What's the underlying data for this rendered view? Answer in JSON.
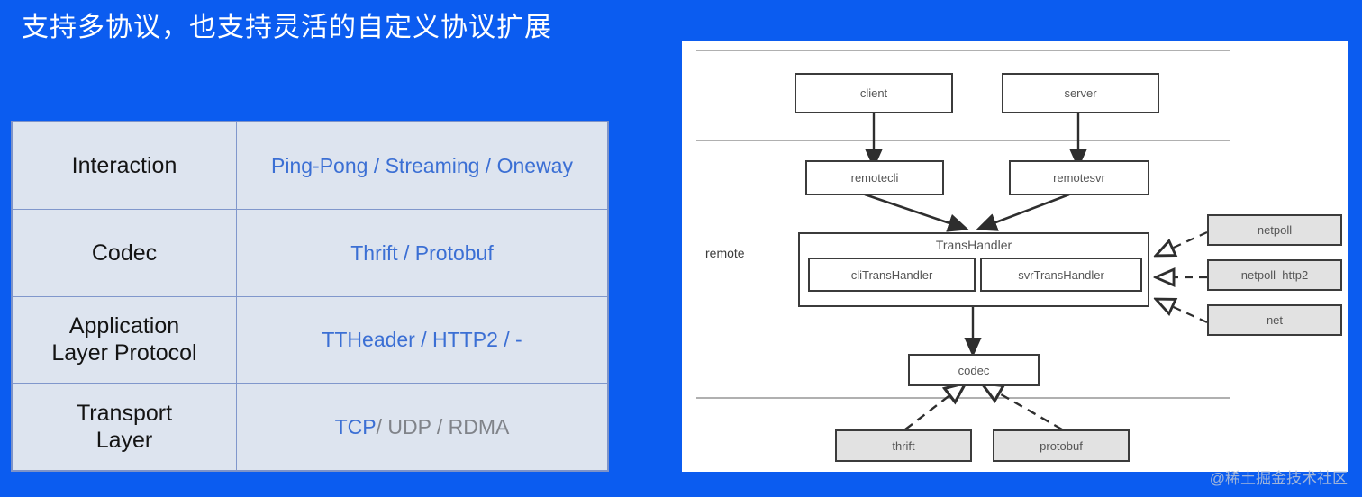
{
  "slide": {
    "title": "支持多协议，也支持灵活的自定义协议扩展",
    "background_color": "#0b5cf0",
    "watermark": "@稀土掘金技术社区"
  },
  "protocol_table": {
    "accent_color": "#3b6fd4",
    "muted_color": "#808389",
    "rows": [
      {
        "label": "Interaction",
        "value_active": "Ping-Pong / Streaming / Oneway",
        "value_muted": ""
      },
      {
        "label": "Codec",
        "value_active": "Thrift / Protobuf",
        "value_muted": ""
      },
      {
        "label": "Application\nLayer Protocol",
        "label_line1": "Application",
        "label_line2": "Layer Protocol",
        "value_active": "TTHeader / HTTP2 / -",
        "value_muted": ""
      },
      {
        "label": "Transport\nLayer",
        "label_line1": "Transport",
        "label_line2": "Layer",
        "value_active": "TCP",
        "value_muted": " / UDP / RDMA"
      }
    ]
  },
  "architecture": {
    "side_label": "remote",
    "nodes": {
      "client": "client",
      "server": "server",
      "remotecli": "remotecli",
      "remotesvr": "remotesvr",
      "transhandler": "TransHandler",
      "cli_transhandler": "cliTransHandler",
      "svr_transhandler": "svrTransHandler",
      "codec": "codec",
      "netpoll": "netpoll",
      "netpoll_http2": "netpoll–http2",
      "net": "net",
      "thrift": "thrift",
      "protobuf": "protobuf"
    }
  }
}
